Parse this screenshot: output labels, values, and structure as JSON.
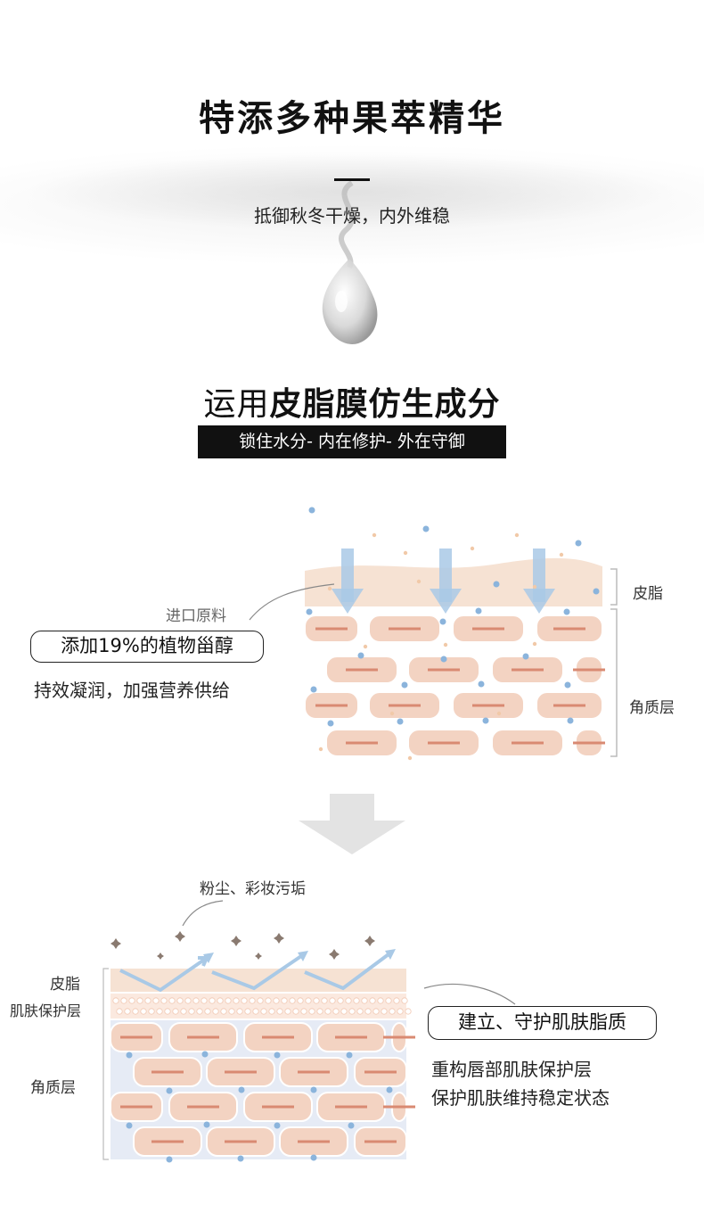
{
  "hero": {
    "title": "特添多种果萃精华",
    "subtitle": "抵御秋冬干燥，内外维稳"
  },
  "section2": {
    "title_plain": "运用",
    "title_bold": "皮脂膜仿生成分",
    "banner": "锁住水分- 内在修护- 外在守御"
  },
  "diagram1": {
    "sublabel": "进口原料",
    "pill": "添加19%的植物甾醇",
    "desc": "持效凝润，加强营养供给",
    "layer_sebum": "皮脂",
    "layer_stratum": "角质层"
  },
  "diagram2": {
    "dust_label": "粉尘、彩妆污垢",
    "layer_sebum": "皮脂",
    "layer_barrier": "肌肤保护层",
    "layer_stratum": "角质层",
    "pill": "建立、守护肌肤脂质",
    "desc_line1": "重构唇部肌肤保护层",
    "desc_line2": "保护肌肤维持稳定状态"
  },
  "colors": {
    "cell_fill": "#f3d3c2",
    "cell_line": "#d98a72",
    "dot_blue": "#8bb4dc",
    "arrow_blue": "#a9c9e6",
    "sebum_fill": "#f6e2d3",
    "dark": "#111111"
  },
  "icons": {
    "water-drop": "water-drop-icon",
    "down-arrow": "transition-arrow-icon",
    "dust": "dust-particle-icon"
  }
}
